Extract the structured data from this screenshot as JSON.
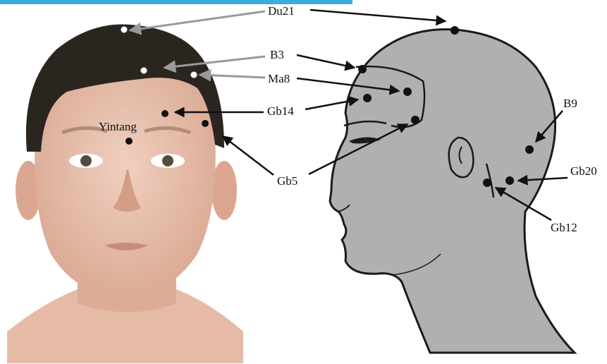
{
  "labels": {
    "du21": "Du21",
    "b3": "B3",
    "ma8": "Ma8",
    "gb14": "Gb14",
    "yintang": "Yintang",
    "gb5": "Gb5",
    "b9": "B9",
    "gb20": "Gb20",
    "gb12": "Gb12"
  },
  "colors": {
    "accent_bar": "#3aaed8",
    "head_fill": "#b0b0b0",
    "outline": "#1a1a1a",
    "white_arrow": "#9a9a9a",
    "dark_arrow": "#111111",
    "hair": "#2b2520",
    "skin": "#e7c2b1"
  }
}
